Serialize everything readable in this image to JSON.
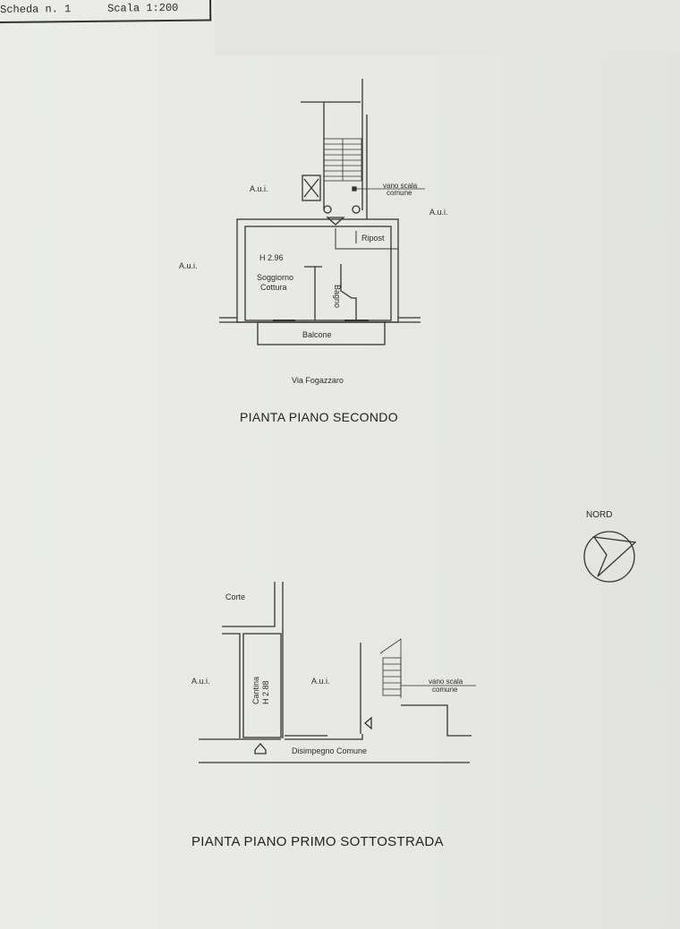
{
  "header": {
    "sheet": "Scheda n. 1",
    "scale": "Scala 1:200"
  },
  "plan_upper": {
    "title": "PIANTA PIANO SECONDO",
    "labels": {
      "aui_left_top": "A.u.i.",
      "aui_left": "A.u.i.",
      "aui_right": "A.u.i.",
      "stair_1": "vano scala",
      "stair_2": "comune",
      "height": "H 2.96",
      "room_1": "Soggiorno",
      "room_2": "Cottura",
      "bath": "Bagno",
      "storage": "Ripost",
      "balcony": "Balcone",
      "street": "Via Fogazzaro"
    }
  },
  "plan_lower": {
    "title": "PIANTA PIANO PRIMO SOTTOSTRADA",
    "labels": {
      "court": "Corte",
      "aui_left": "A.u.i.",
      "aui_mid": "A.u.i.",
      "cellar": "Cantina",
      "cellar_height": "H 2.88",
      "stair_1": "vano scala",
      "stair_2": "comune",
      "corridor": "Disimpegno Comune"
    }
  },
  "compass": {
    "label": "NORD"
  }
}
